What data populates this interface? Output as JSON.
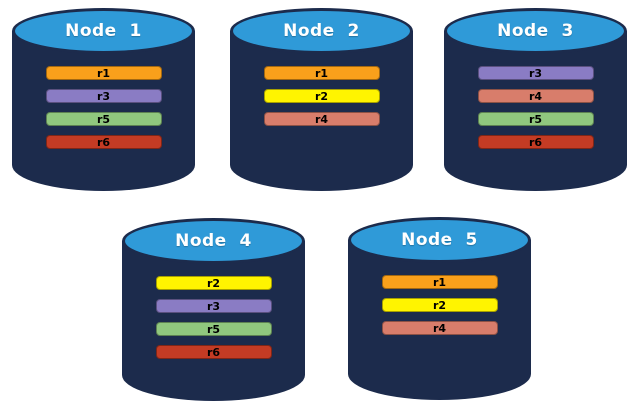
{
  "cylinder": {
    "body_color": "#1c2b4c",
    "top_color": "#2f9ad8",
    "title_color": "#ffffff",
    "bar_text_color": "#000000"
  },
  "partition_colors": {
    "r1": "#f9a01b",
    "r2": "#fff400",
    "r3": "#8a7cc4",
    "r4": "#d87d6b",
    "r5": "#90c77e",
    "r6": "#c43b24"
  },
  "nodes": [
    {
      "label": "Node  1",
      "replicas": [
        "r1",
        "r3",
        "r5",
        "r6"
      ]
    },
    {
      "label": "Node  2",
      "replicas": [
        "r1",
        "r2",
        "r4"
      ]
    },
    {
      "label": "Node  3",
      "replicas": [
        "r3",
        "r4",
        "r5",
        "r6"
      ]
    },
    {
      "label": "Node  4",
      "replicas": [
        "r2",
        "r3",
        "r5",
        "r6"
      ]
    },
    {
      "label": "Node  5",
      "replicas": [
        "r1",
        "r2",
        "r4"
      ]
    }
  ]
}
